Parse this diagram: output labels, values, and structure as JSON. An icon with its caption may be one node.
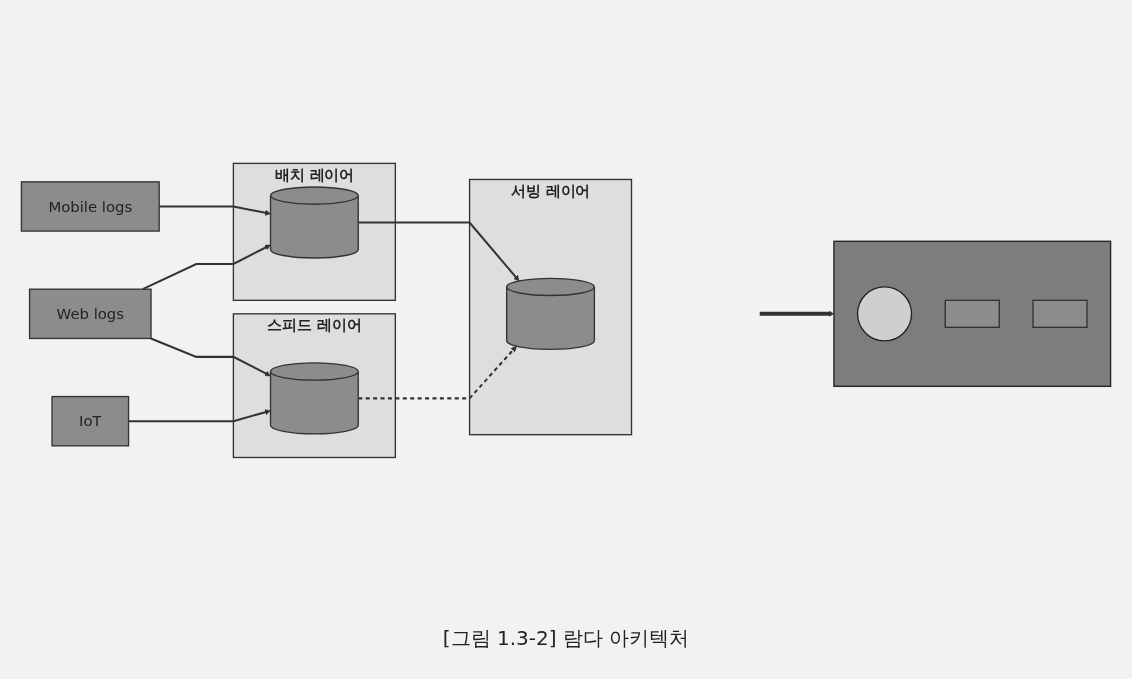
{
  "diagram": {
    "caption": "[그림 1.3-2] 람다 아키텍처",
    "nodes": [
      {
        "text": [
          "Mobile logs"
        ]
      },
      {
        "text": [
          "Web logs"
        ]
      },
      {
        "text": [
          "IoT"
        ]
      },
      {
        "text": [
          "배치 레이어"
        ]
      },
      {
        "text": [],
        "shape": "cylinder",
        "in": 3
      },
      {
        "text": [
          "서빙 레이어"
        ]
      },
      {
        "text": [],
        "shape": "cylinder",
        "in": 5
      },
      {
        "text": [
          "스피드 레이어"
        ]
      },
      {
        "text": [],
        "shape": "cylinder",
        "in": 7
      },
      {
        "text": [],
        "shape": "box"
      },
      {
        "text": [],
        "shape": "person",
        "in": 9
      },
      {
        "text": [],
        "shape": "box",
        "in": 9
      },
      {
        "text": [],
        "shape": "box",
        "in": 9
      }
    ],
    "edges": [
      {
        "from": 0,
        "to": 4,
        "arrow": "to"
      },
      {
        "from": 1,
        "to": 4,
        "arrow": "to"
      },
      {
        "from": 1,
        "to": 8,
        "arrow": "to"
      },
      {
        "from": 2,
        "to": 8,
        "arrow": "to"
      },
      {
        "from": 4,
        "to": 6,
        "arrow": "to"
      },
      {
        "from": 8,
        "to": 6,
        "arrow": "to",
        "style": "dashed"
      },
      {
        "from": null,
        "to": 9,
        "arrow": "to",
        "style": "thick"
      }
    ]
  }
}
